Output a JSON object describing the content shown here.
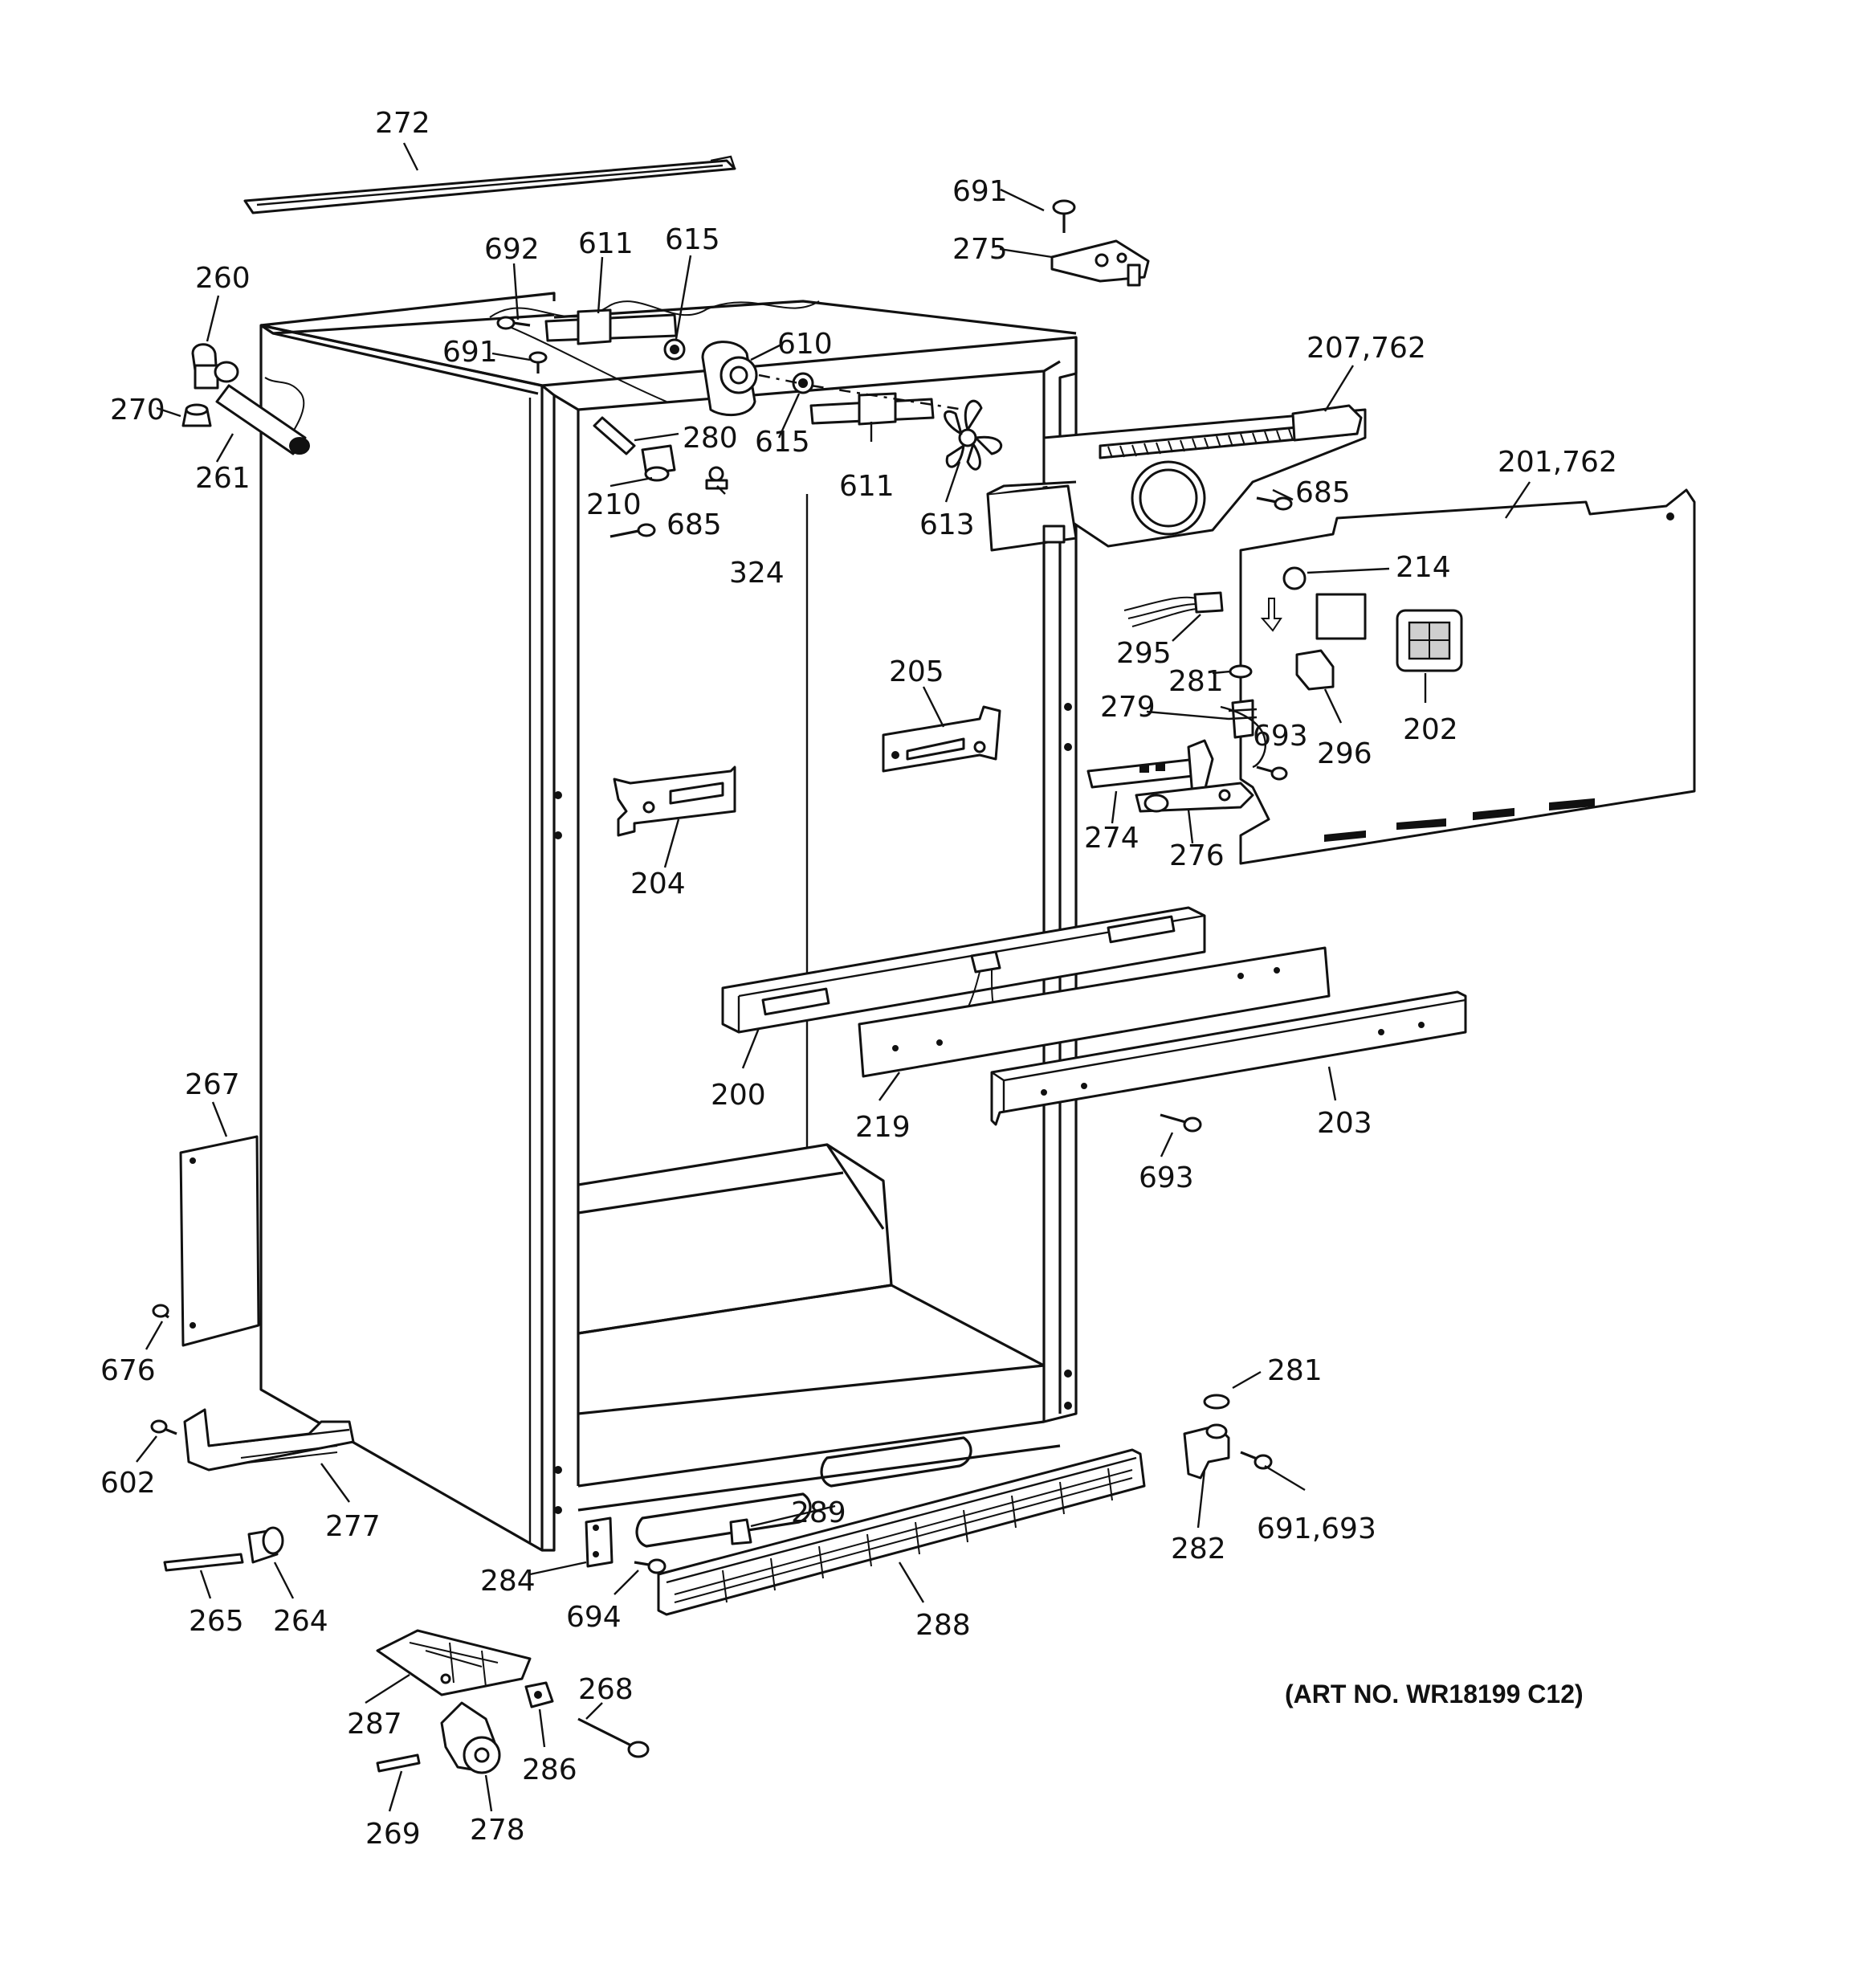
{
  "art_number": "(ART NO. WR18199 C12)",
  "labels": {
    "l272": "272",
    "l691a": "691",
    "l275": "275",
    "l692": "692",
    "l611a": "611",
    "l615a": "615",
    "l260": "260",
    "l691b": "691",
    "l610": "610",
    "l207": "207,762",
    "l270": "270",
    "l280": "280",
    "l615b": "615",
    "l611b": "611",
    "l261": "261",
    "l210": "210",
    "l685a": "685",
    "l685b": "685",
    "l613": "613",
    "l201": "201,762",
    "l324": "324",
    "l214": "214",
    "l295": "295",
    "l281a": "281",
    "l279": "279",
    "l693a": "693",
    "l296": "296",
    "l202": "202",
    "l205": "205",
    "l274": "274",
    "l276": "276",
    "l204": "204",
    "l200": "200",
    "l219": "219",
    "l203": "203",
    "l267": "267",
    "l693b": "693",
    "l676": "676",
    "l281b": "281",
    "l602": "602",
    "l277": "277",
    "l289": "289",
    "l282": "282",
    "l691693": "691,693",
    "l284": "284",
    "l265": "265",
    "l264": "264",
    "l694": "694",
    "l288": "288",
    "l268": "268",
    "l287": "287",
    "l286": "286",
    "l269": "269",
    "l278": "278"
  }
}
